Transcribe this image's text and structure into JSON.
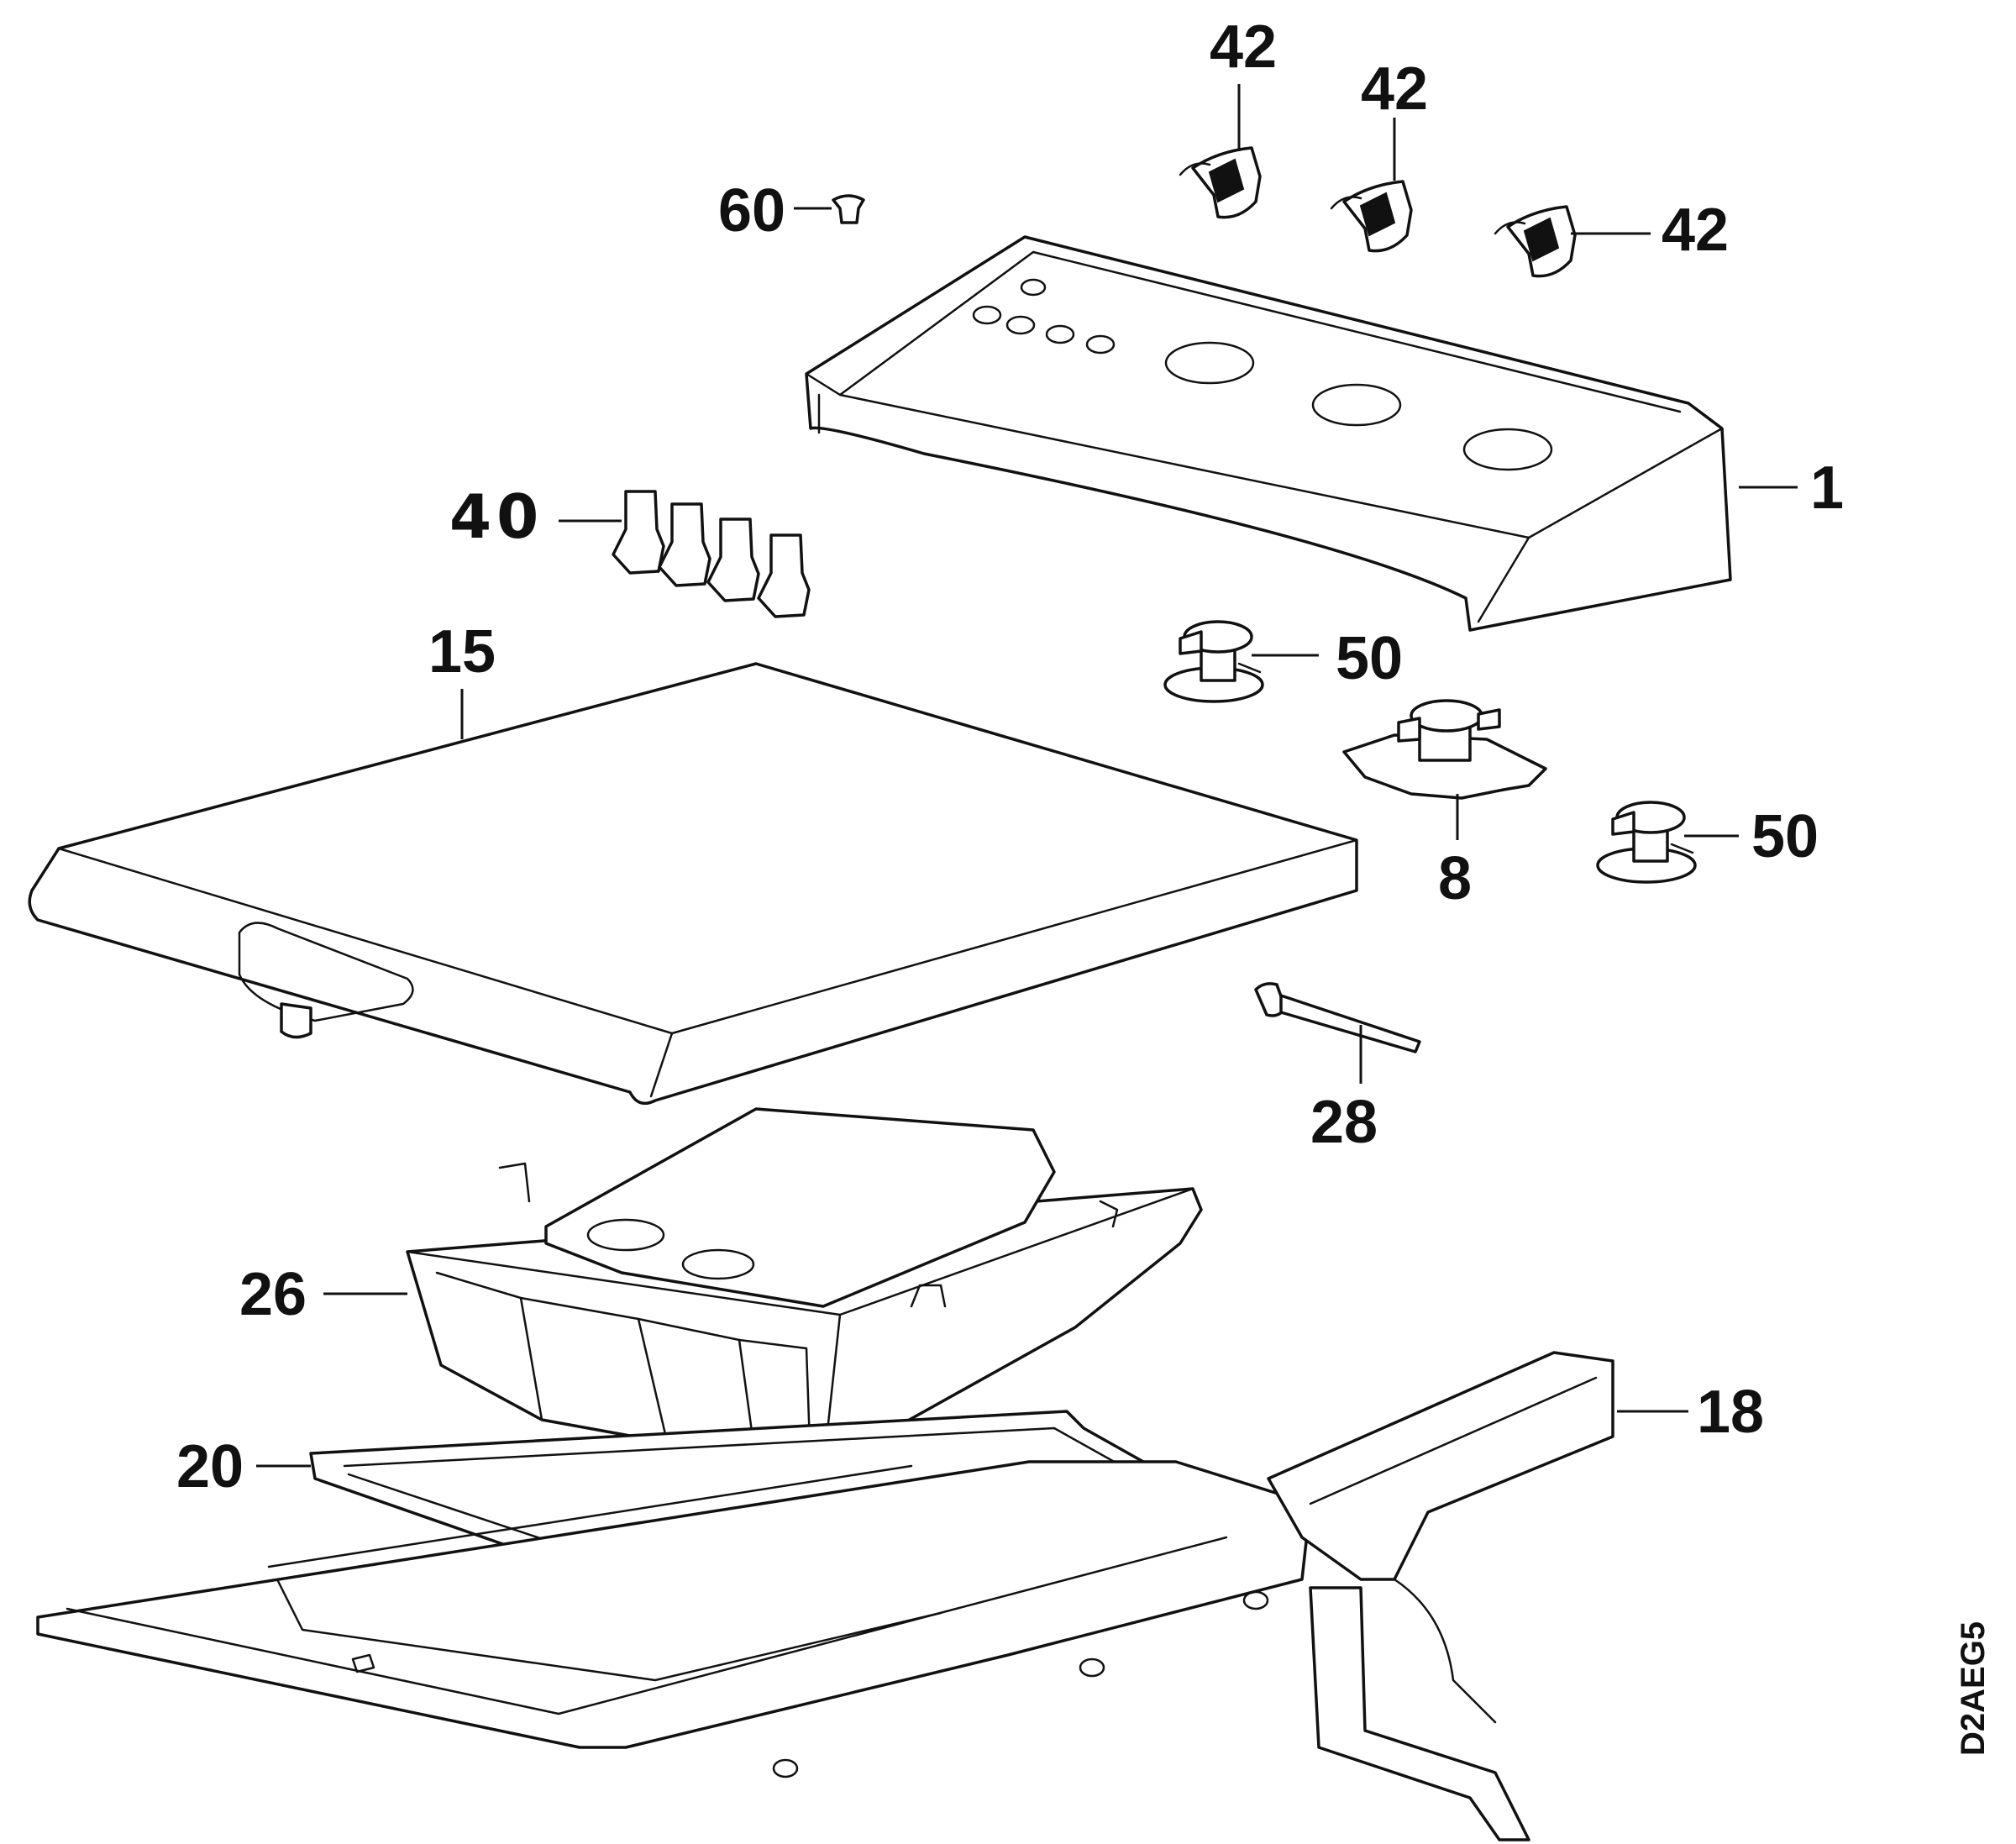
{
  "callouts": {
    "c42a": "42",
    "c42b": "42",
    "c42c": "42",
    "c60": "60",
    "c1": "1",
    "c40": "40",
    "c15": "15",
    "c50a": "50",
    "c50b": "50",
    "c8": "8",
    "c28": "28",
    "c26": "26",
    "c18": "18",
    "c20": "20"
  },
  "drawing_code": "D2AEG5"
}
